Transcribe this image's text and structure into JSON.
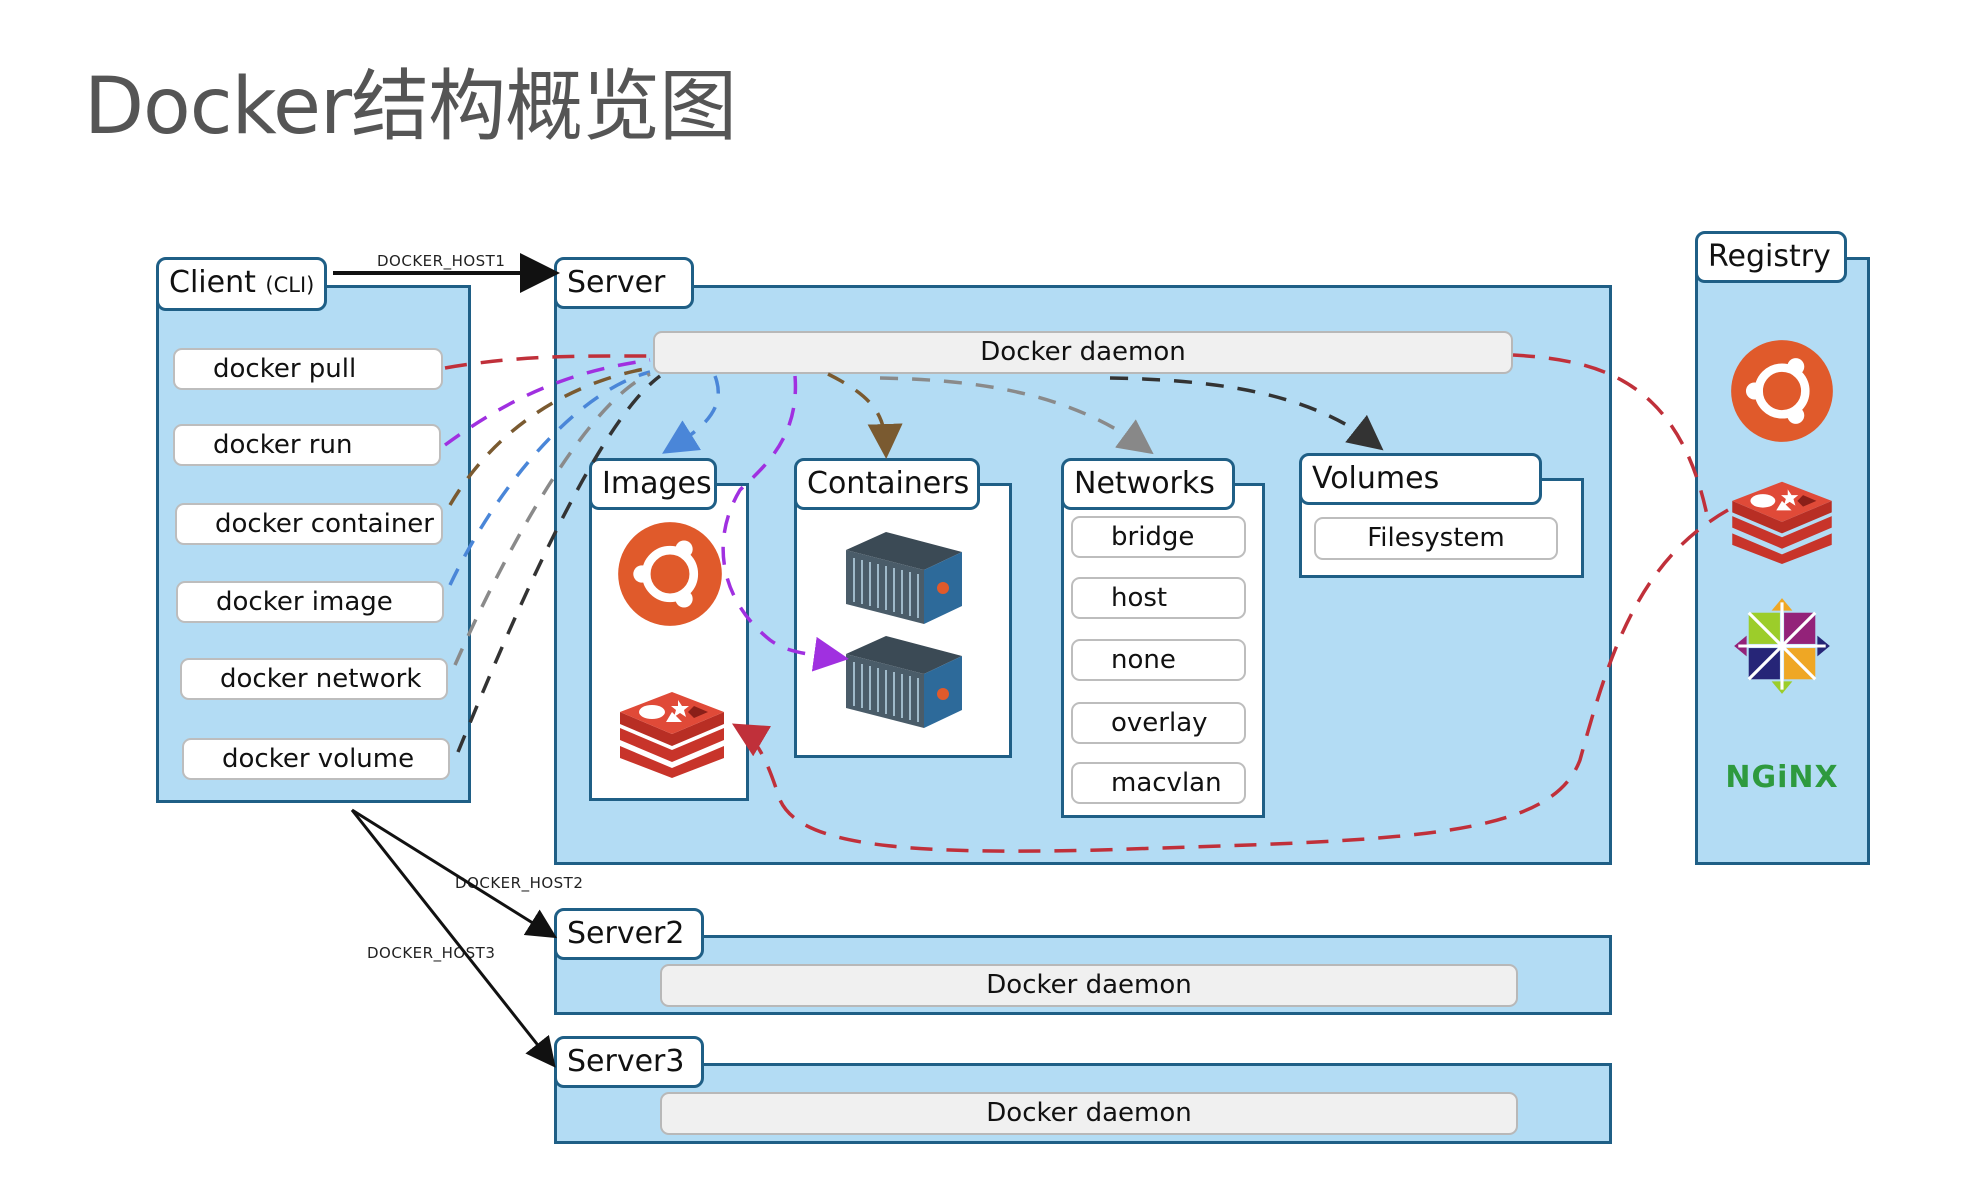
{
  "title": "Docker结构概览图",
  "client": {
    "label": "Client",
    "sublabel": "(CLI)",
    "commands": [
      "docker pull",
      "docker run",
      "docker container",
      "docker image",
      "docker network",
      "docker volume"
    ]
  },
  "connections": {
    "host1": "DOCKER_HOST1",
    "host2": "DOCKER_HOST2",
    "host3": "DOCKER_HOST3"
  },
  "server": {
    "label": "Server",
    "daemon": "Docker daemon",
    "images": {
      "label": "Images",
      "items": [
        "ubuntu-logo",
        "redis-logo"
      ]
    },
    "containers": {
      "label": "Containers",
      "items": [
        "container-1",
        "container-2"
      ]
    },
    "networks": {
      "label": "Networks",
      "items": [
        "bridge",
        "host",
        "none",
        "overlay",
        "macvlan"
      ]
    },
    "volumes": {
      "label": "Volumes",
      "items": [
        "Filesystem"
      ]
    }
  },
  "server2": {
    "label": "Server2",
    "daemon": "Docker daemon"
  },
  "server3": {
    "label": "Server3",
    "daemon": "Docker daemon"
  },
  "registry": {
    "label": "Registry",
    "items": [
      "ubuntu-logo",
      "redis-logo",
      "centos-logo",
      "nginx-logo"
    ],
    "nginx_text": "NGiNX"
  },
  "colors": {
    "panel_fill": "#b3dcf4",
    "panel_border": "#1f5f86",
    "ubuntu": "#e05a2b",
    "redis": "#d43a2c",
    "nginx": "#2e9a3e",
    "pull_line": "#c0303a",
    "run_line": "#a030e0",
    "container_line": "#7a5a30",
    "image_line": "#4a86d8",
    "network_line": "#8a8a8a",
    "volume_line": "#333333"
  }
}
